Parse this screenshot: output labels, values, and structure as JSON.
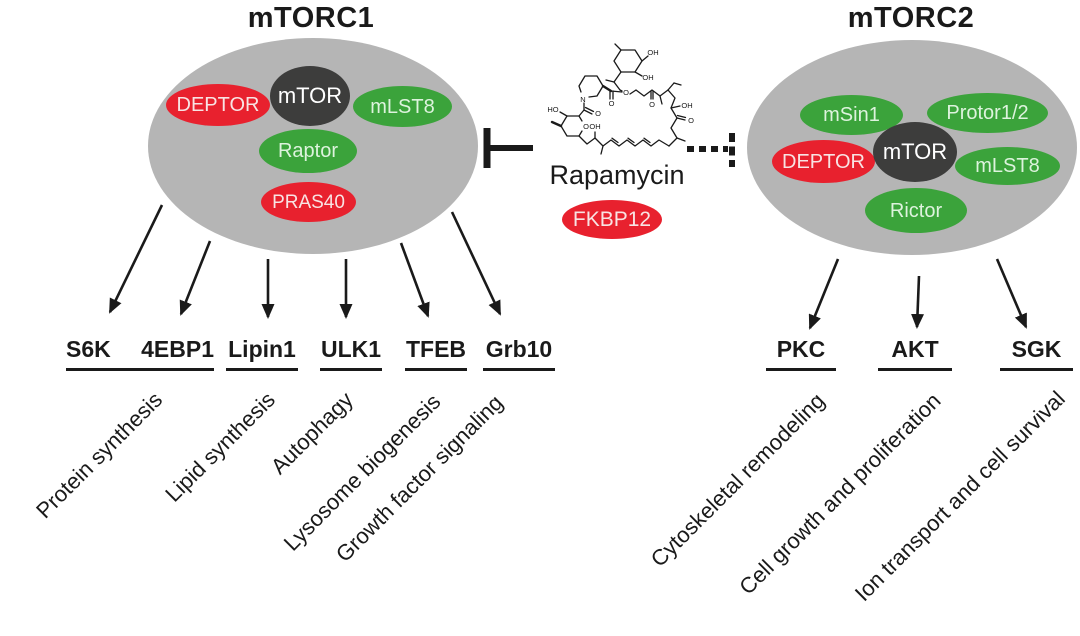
{
  "colors": {
    "complex_gray": "#b5b5b5",
    "subunit_red": "#e8212e",
    "subunit_green": "#3ba33b",
    "subunit_dark": "#3d3d3c",
    "line_black": "#1a1a1a"
  },
  "mtorc1": {
    "title": "mTORC1",
    "subunits": {
      "deptor": "DEPTOR",
      "mtor": "mTOR",
      "mlst8": "mLST8",
      "raptor": "Raptor",
      "pras40": "PRAS40"
    },
    "targets": {
      "s6k": "S6K",
      "ebp1": "4EBP1",
      "lipin1": "Lipin1",
      "ulk1": "ULK1",
      "tfeb": "TFEB",
      "grb10": "Grb10"
    },
    "functions": {
      "protein": "Protein synthesis",
      "lipid": "Lipid synthesis",
      "autophagy": "Autophagy",
      "lysosome": "Lysosome biogenesis",
      "growth": "Growth factor signaling"
    }
  },
  "mtorc2": {
    "title": "mTORC2",
    "subunits": {
      "msin1": "mSin1",
      "protor": "Protor1/2",
      "deptor": "DEPTOR",
      "mtor": "mTOR",
      "mlst8": "mLST8",
      "rictor": "Rictor"
    },
    "targets": {
      "pkc": "PKC",
      "akt": "AKT",
      "sgk": "SGK"
    },
    "functions": {
      "cytoskeletal": "Cytoskeletal remodeling",
      "growth": "Cell growth and proliferation",
      "ion": "Ion transport and cell survival"
    }
  },
  "center": {
    "drug": "Rapamycin",
    "binder": "FKBP12",
    "structure_atoms": {
      "oh_top": "OH",
      "oh_top2": "OH",
      "o_ester": "O",
      "o_ester_carbonyl": "O",
      "o_mid_ketone": "O",
      "n_pip": "N",
      "o_amide": "O",
      "ho_left": "HO",
      "o_pyran": "O",
      "oh_bottom": "OH",
      "oh_right": "OH",
      "o_right_ketone": "O"
    }
  }
}
